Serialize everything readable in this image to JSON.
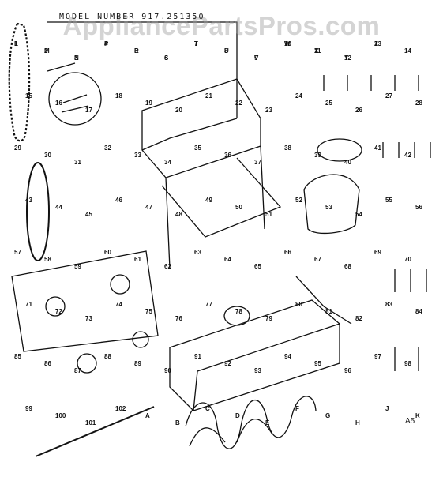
{
  "watermark": "AppliancePartsPros.com",
  "model_label": "MODEL NUMBER 917.251350",
  "diagram_code": "A5",
  "colors": {
    "ink": "#111111",
    "watermark": "#a0a0a0",
    "background": "#ffffff"
  },
  "callouts": [
    "1",
    "2",
    "3",
    "4",
    "5",
    "6",
    "7",
    "8",
    "9",
    "10",
    "11",
    "12",
    "13",
    "14",
    "15",
    "16",
    "17",
    "18",
    "19",
    "20",
    "21",
    "22",
    "23",
    "24",
    "25",
    "26",
    "27",
    "28",
    "29",
    "30",
    "31",
    "32",
    "33",
    "34",
    "35",
    "36",
    "37",
    "38",
    "39",
    "40",
    "41",
    "42",
    "43",
    "44",
    "45",
    "46",
    "47",
    "48",
    "49",
    "50",
    "51",
    "52",
    "53",
    "54",
    "55",
    "56",
    "57",
    "58",
    "59",
    "60",
    "61",
    "62",
    "63",
    "64",
    "65",
    "66",
    "67",
    "68",
    "69",
    "70",
    "71",
    "72",
    "73",
    "74",
    "75",
    "76",
    "77",
    "78",
    "79",
    "80",
    "81",
    "82",
    "83",
    "84",
    "85",
    "86",
    "87",
    "88",
    "89",
    "90",
    "91",
    "92",
    "93",
    "94",
    "95",
    "96",
    "97",
    "98",
    "99",
    "100",
    "101",
    "102",
    "A",
    "B",
    "C",
    "D",
    "E",
    "F",
    "G",
    "H",
    "J",
    "K",
    "L",
    "M",
    "N",
    "P",
    "R",
    "S",
    "T",
    "U",
    "V",
    "W",
    "X",
    "Y",
    "Z"
  ]
}
